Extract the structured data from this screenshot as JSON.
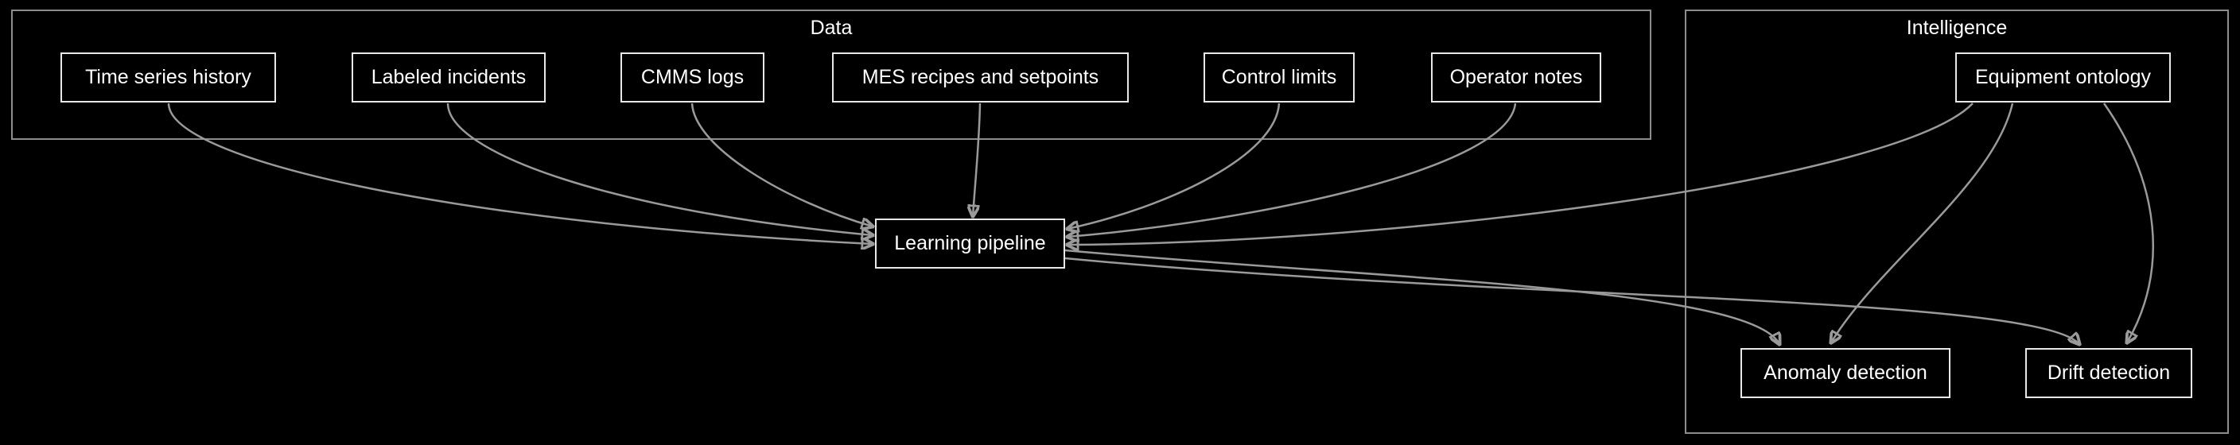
{
  "clusters": {
    "data": {
      "label": "Data"
    },
    "intelligence": {
      "label": "Intelligence"
    }
  },
  "nodes": {
    "time_series_history": "Time series history",
    "labeled_incidents": "Labeled incidents",
    "cmms_logs": "CMMS logs",
    "mes_recipes_and_setpoints": "MES recipes and setpoints",
    "control_limits": "Control limits",
    "operator_notes": "Operator notes",
    "equipment_ontology": "Equipment ontology",
    "learning_pipeline": "Learning pipeline",
    "anomaly_detection": "Anomaly detection",
    "drift_detection": "Drift detection"
  },
  "edges": [
    {
      "from": "Time series history",
      "to": "Learning pipeline"
    },
    {
      "from": "Labeled incidents",
      "to": "Learning pipeline"
    },
    {
      "from": "CMMS logs",
      "to": "Learning pipeline"
    },
    {
      "from": "MES recipes and setpoints",
      "to": "Learning pipeline"
    },
    {
      "from": "Control limits",
      "to": "Learning pipeline"
    },
    {
      "from": "Operator notes",
      "to": "Learning pipeline"
    },
    {
      "from": "Equipment ontology",
      "to": "Learning pipeline"
    },
    {
      "from": "Learning pipeline",
      "to": "Anomaly detection"
    },
    {
      "from": "Learning pipeline",
      "to": "Drift detection"
    },
    {
      "from": "Equipment ontology",
      "to": "Anomaly detection"
    },
    {
      "from": "Equipment ontology",
      "to": "Drift detection"
    }
  ],
  "colors": {
    "background": "#000000",
    "node_border": "#e8e8e8",
    "cluster_border": "#8c8c8c",
    "edge": "#9a9a9a",
    "text": "#ffffff"
  }
}
